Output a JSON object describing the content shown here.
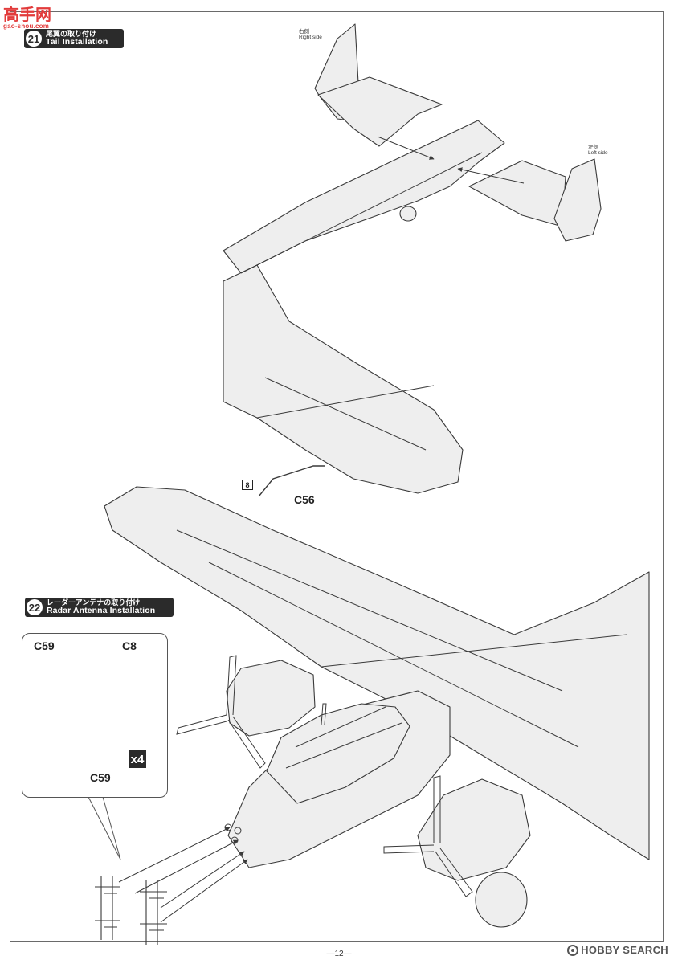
{
  "watermark": {
    "logo_text": "高手网",
    "logo_subtext": "gao-shou.com"
  },
  "step21": {
    "number": "21",
    "title_jp": "尾翼の取り付け",
    "title_en": "Tail Installation"
  },
  "tail_labels": {
    "right_jp": "右側",
    "right_en": "Right side",
    "left_jp": "左側",
    "left_en": "Left side"
  },
  "part_c56": {
    "mark": "8",
    "label": "C56"
  },
  "step22": {
    "number": "22",
    "title_jp": "レーダーアンテナの取り付け",
    "title_en": "Radar Antenna Installation"
  },
  "callout": {
    "label_c59_top": "C59",
    "label_c8": "C8",
    "label_c59_bottom": "C59",
    "multiplier": "x4"
  },
  "footer": {
    "page_number": "—12—",
    "source_logo": "HOBBY SEARCH"
  },
  "colors": {
    "line": "#3a3a3a",
    "fill": "#eeeeee",
    "header_bg": "#2b2b2b",
    "logo_red": "#e23b3b"
  }
}
